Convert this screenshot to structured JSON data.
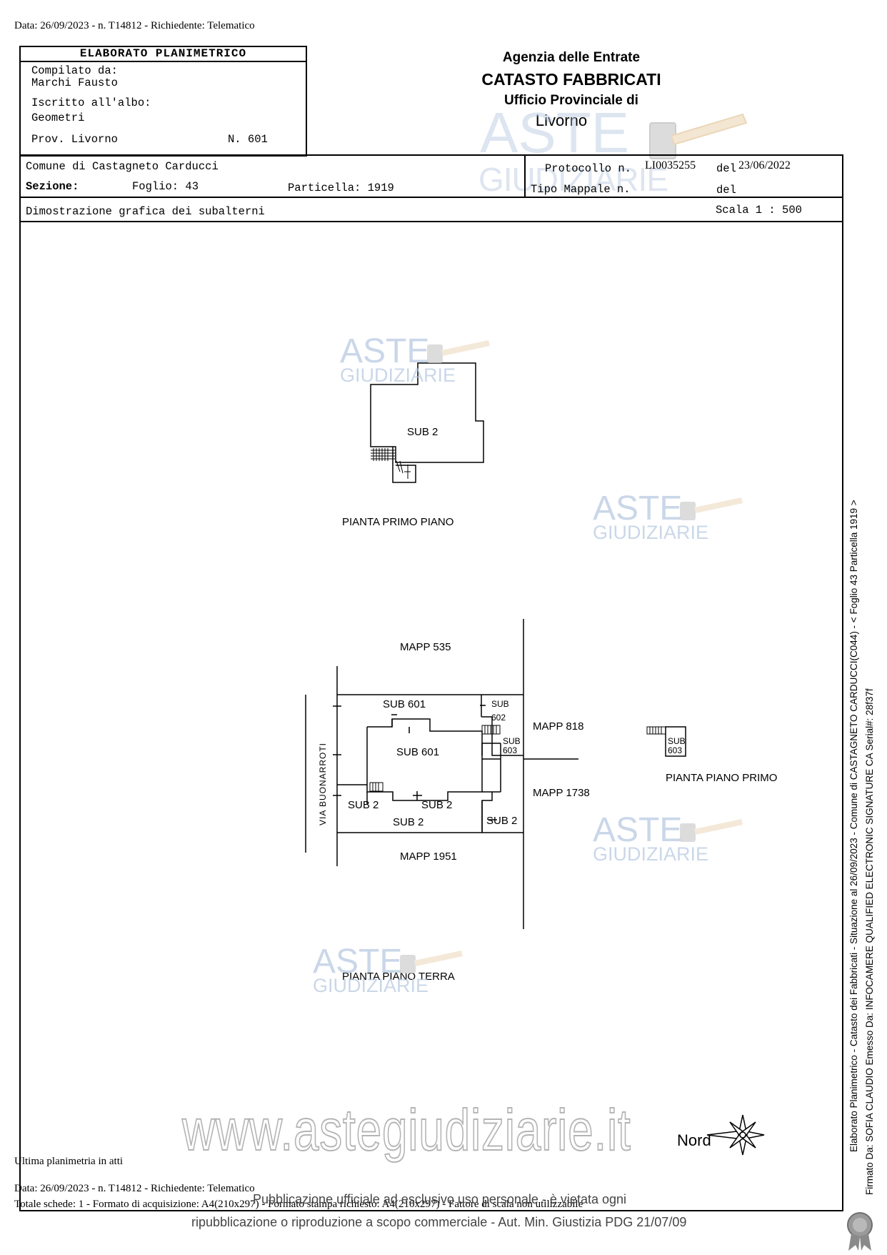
{
  "header": {
    "top_line": "Data: 26/09/2023 - n. T14812 - Richiedente: Telematico"
  },
  "elaborato": {
    "title": "ELABORATO PLANIMETRICO",
    "compilato_label": "Compilato da:",
    "compilato_name": "Marchi Fausto",
    "iscritto_label": "Iscritto all'albo:",
    "albo": "Geometri",
    "prov": "Prov. Livorno",
    "numero": "N. 601"
  },
  "agency": {
    "name": "Agenzia delle Entrate",
    "catasto": "CATASTO FABBRICATI",
    "ufficio": "Ufficio Provinciale di",
    "city": "Livorno"
  },
  "info": {
    "comune": "Comune di Castagneto Carducci",
    "sezione": "Sezione:",
    "foglio": "Foglio: 43",
    "particella": "Particella: 1919",
    "protocollo_label": "Protocollo n.",
    "protocollo_value": "LI0035255",
    "del1": "del",
    "date1": "23/06/2022",
    "tipo_mappale": "Tipo Mappale n.",
    "del2": "del"
  },
  "dimostrazione": {
    "text": "Dimostrazione grafica dei subalterni",
    "scala": "Scala 1 : 500"
  },
  "plan": {
    "primo_sub": "SUB 2",
    "primo_title": "PIANTA PRIMO PIANO",
    "mapp_535": "MAPP 535",
    "mapp_818": "MAPP 818",
    "mapp_1738": "MAPP 1738",
    "mapp_1951": "MAPP 1951",
    "sub601_top": "SUB 601",
    "sub601_center": "SUB 601",
    "sub602_a": "SUB",
    "sub602_b": "602",
    "sub603_a": "SUB",
    "sub603_b": "603",
    "sub2_left": "SUB 2",
    "sub2_mid": "SUB 2",
    "sub2_bottom": "SUB 2",
    "sub2_right": "SUB 2",
    "via": "VIA BUONARROTI",
    "terra_title": "PIANTA PIANO TERRA",
    "sub603_side_a": "SUB",
    "sub603_side_b": "603",
    "piano_primo_title": "PIANTA PIANO PRIMO",
    "nord": "Nord"
  },
  "watermark": {
    "aste": "ASTE",
    "giudiziarie": "GIUDIZIARIE",
    "url": "www.astegiudiziarie.it"
  },
  "footer": {
    "ultima": "Ultima planimetria in atti",
    "data_line": "Data: 26/09/2023 - n. T14812 - Richiedente: Telematico",
    "totale": "Totale schede: 1 - Formato di acquisizione: A4(210x297) - Formato stampa richiesto: A4(210x297) - Fattore di scala non utilizzabile",
    "pub1": "Pubblicazione ufficiale ad esclusivo uso personale - è vietata ogni",
    "pub2": "ripubblicazione o riproduzione a scopo commerciale - Aut. Min. Giustizia PDG 21/07/09"
  },
  "side": {
    "line1": "Elaborato Planimetrico - Catasto dei Fabbricati - Situazione al 26/09/2023 - Comune di CASTAGNETO CARDUCCI(C044) - < Foglio 43 Particella 1919 >",
    "line2": "Firmato Da: SOFIA CLAUDIO Emesso Da: INFOCAMERE QUALIFIED ELECTRONIC SIGNATURE CA Serial#: 28f37f"
  }
}
